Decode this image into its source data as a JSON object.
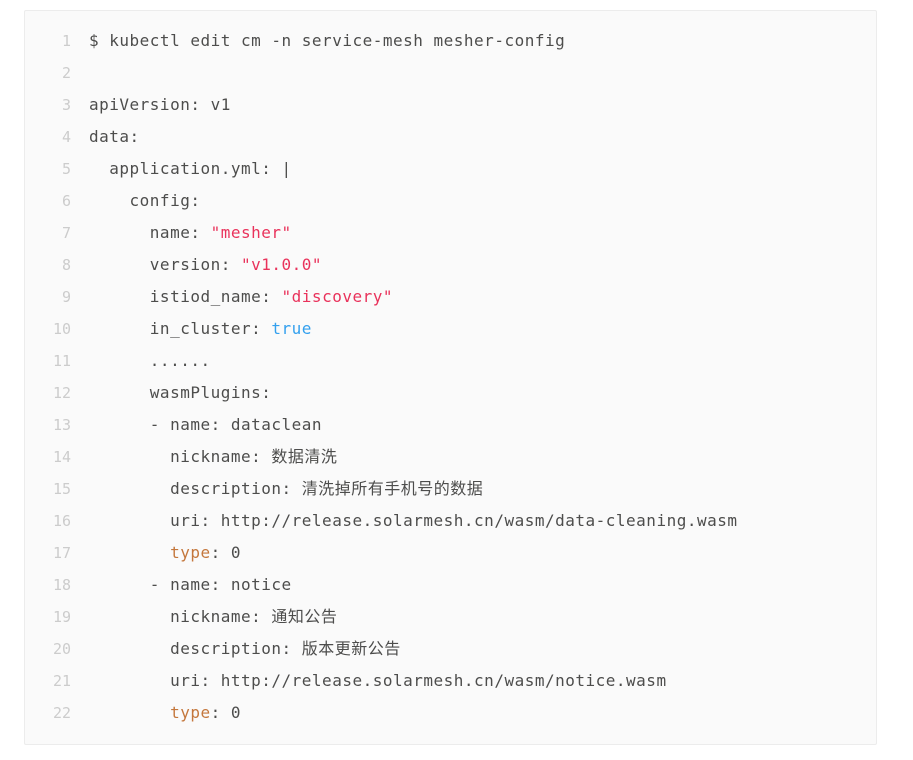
{
  "colors": {
    "page_bg": "#ffffff",
    "block_bg": "#fafafa",
    "block_border": "#ececec",
    "text": "#4d4d4c",
    "line_number": "#cccccc",
    "string": "#e9325b",
    "literal": "#33a0ee",
    "keyword": "#c4773c"
  },
  "code": {
    "language": "yaml",
    "command": "$ kubectl edit cm -n service-mesh mesher-config",
    "lines": [
      {
        "num": "1",
        "tokens": [
          {
            "t": "$ kubectl edit cm -n service-mesh mesher-config",
            "c": "plain"
          }
        ]
      },
      {
        "num": "2",
        "tokens": []
      },
      {
        "num": "3",
        "tokens": [
          {
            "t": "apiVersion: v1",
            "c": "plain"
          }
        ]
      },
      {
        "num": "4",
        "tokens": [
          {
            "t": "data:",
            "c": "plain"
          }
        ]
      },
      {
        "num": "5",
        "tokens": [
          {
            "t": "  application.yml: |",
            "c": "plain"
          }
        ]
      },
      {
        "num": "6",
        "tokens": [
          {
            "t": "    config:",
            "c": "plain"
          }
        ]
      },
      {
        "num": "7",
        "tokens": [
          {
            "t": "      name: ",
            "c": "plain"
          },
          {
            "t": "\"mesher\"",
            "c": "string"
          }
        ]
      },
      {
        "num": "8",
        "tokens": [
          {
            "t": "      version: ",
            "c": "plain"
          },
          {
            "t": "\"v1.0.0\"",
            "c": "string"
          }
        ]
      },
      {
        "num": "9",
        "tokens": [
          {
            "t": "      istiod_name: ",
            "c": "plain"
          },
          {
            "t": "\"discovery\"",
            "c": "string"
          }
        ]
      },
      {
        "num": "10",
        "tokens": [
          {
            "t": "      in_cluster: ",
            "c": "plain"
          },
          {
            "t": "true",
            "c": "literal"
          }
        ]
      },
      {
        "num": "11",
        "tokens": [
          {
            "t": "      ......",
            "c": "plain"
          }
        ]
      },
      {
        "num": "12",
        "tokens": [
          {
            "t": "      wasmPlugins:",
            "c": "plain"
          }
        ]
      },
      {
        "num": "13",
        "tokens": [
          {
            "t": "      - name: dataclean",
            "c": "plain"
          }
        ]
      },
      {
        "num": "14",
        "tokens": [
          {
            "t": "        nickname: 数据清洗",
            "c": "plain"
          }
        ]
      },
      {
        "num": "15",
        "tokens": [
          {
            "t": "        description: 清洗掉所有手机号的数据",
            "c": "plain"
          }
        ]
      },
      {
        "num": "16",
        "tokens": [
          {
            "t": "        uri: http://release.solarmesh.cn/wasm/data-cleaning.wasm",
            "c": "plain"
          }
        ]
      },
      {
        "num": "17",
        "tokens": [
          {
            "t": "        ",
            "c": "plain"
          },
          {
            "t": "type",
            "c": "keyword"
          },
          {
            "t": ": 0",
            "c": "plain"
          }
        ]
      },
      {
        "num": "18",
        "tokens": [
          {
            "t": "      - name: notice",
            "c": "plain"
          }
        ]
      },
      {
        "num": "19",
        "tokens": [
          {
            "t": "        nickname: 通知公告",
            "c": "plain"
          }
        ]
      },
      {
        "num": "20",
        "tokens": [
          {
            "t": "        description: 版本更新公告",
            "c": "plain"
          }
        ]
      },
      {
        "num": "21",
        "tokens": [
          {
            "t": "        uri: http://release.solarmesh.cn/wasm/notice.wasm",
            "c": "plain"
          }
        ]
      },
      {
        "num": "22",
        "tokens": [
          {
            "t": "        ",
            "c": "plain"
          },
          {
            "t": "type",
            "c": "keyword"
          },
          {
            "t": ": 0",
            "c": "plain"
          }
        ]
      }
    ]
  }
}
